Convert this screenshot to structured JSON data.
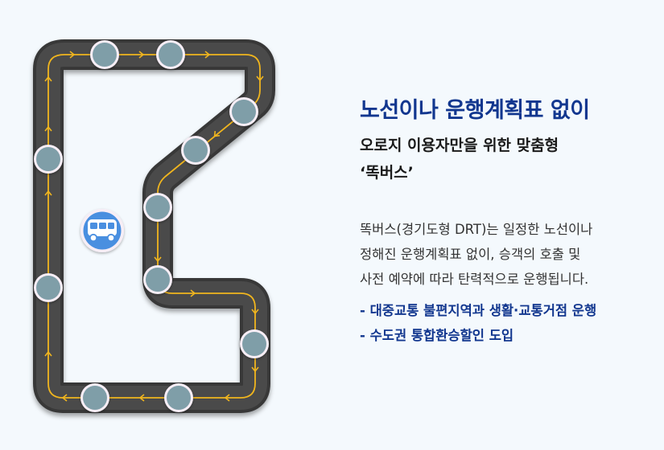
{
  "headline": "노선이나 운행계획표 없이",
  "subhead": [
    "오로지 이용자만을 위한 맞춤형",
    "‘똑버스’"
  ],
  "description": [
    "똑버스(경기도형 DRT)는 일정한 노선이나",
    "정해진 운행계획표 없이, 승객의 호출 및",
    "사전 예약에 따라 탄력적으로 운행됩니다."
  ],
  "bullets": [
    "- 대중교통 불편지역과 생활·교통거점 운행",
    "- 수도권 통합환승할인 도입"
  ],
  "icons": [
    "bus-icon",
    "arrow-icon"
  ],
  "colors": {
    "road": "#474747",
    "lane": "#f0b51e",
    "stop_fill": "#7f9ea8",
    "stop_ring": "#f7eef6",
    "bus_badge": "#4a8fe0",
    "headline": "#12378f"
  }
}
